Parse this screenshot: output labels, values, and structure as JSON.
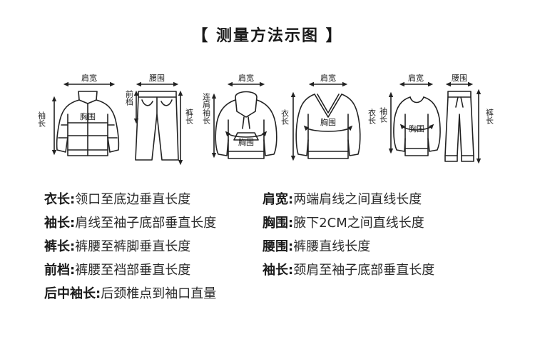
{
  "title": "【 测量方法示图 】",
  "labels": {
    "shoulder": "肩宽",
    "waist": "腰围",
    "chest": "胸围",
    "sleeve": "袖长",
    "crotch": "前档",
    "pants_length": "裤长",
    "raglan_sleeve": "连肩袖长",
    "clothes_length": "衣长"
  },
  "definitions": [
    {
      "term": "衣长:",
      "text": "领口至底边垂直长度"
    },
    {
      "term": "肩宽:",
      "text": "两端肩线之间直线长度"
    },
    {
      "term": "袖长:",
      "text": "肩线至袖子底部垂直长度"
    },
    {
      "term": "胸围:",
      "text": "腋下2CM之间直线长度"
    },
    {
      "term": "裤长:",
      "text": "裤腰至裤脚垂直长度"
    },
    {
      "term": "腰围:",
      "text": "裤腰直线长度"
    },
    {
      "term": "前档:",
      "text": "裤腰至裆部垂直长度"
    },
    {
      "term": "袖长:",
      "text": "颈肩至袖子底部垂直长度"
    },
    {
      "term": "后中袖长:",
      "text": "后颈椎点到袖口直量"
    }
  ]
}
